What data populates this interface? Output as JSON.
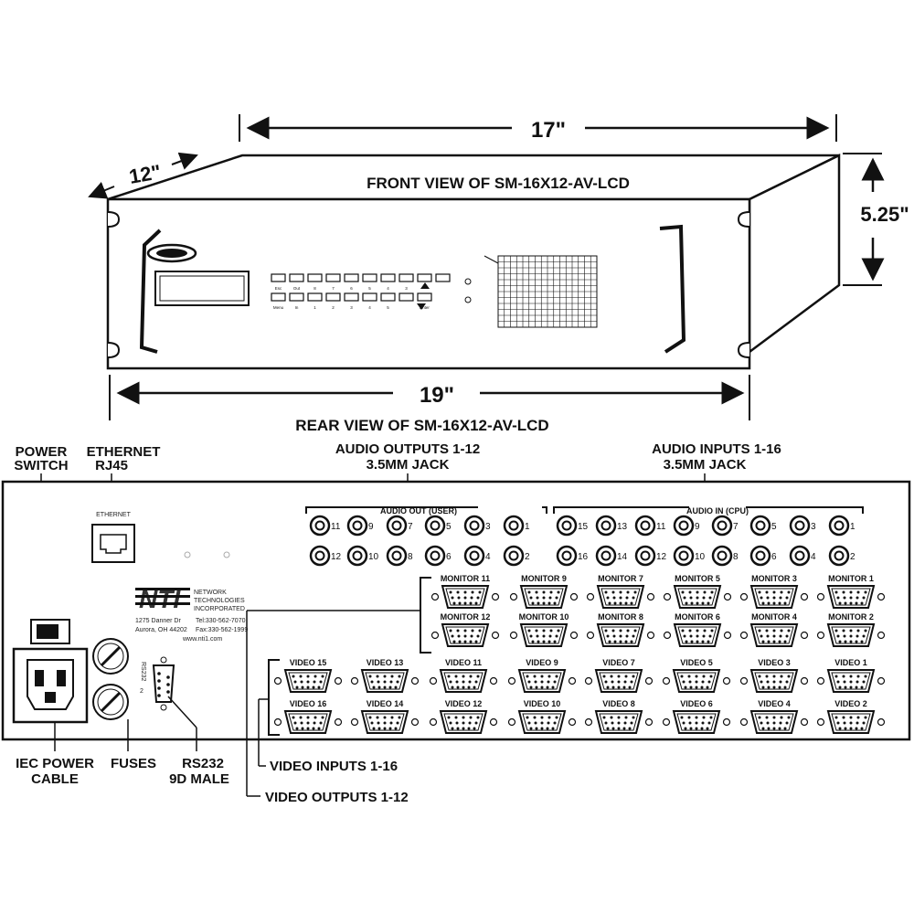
{
  "dimensions": {
    "width": "17\"",
    "depth": "12\"",
    "height": "5.25\"",
    "rack_width": "19\""
  },
  "front": {
    "title": "FRONT VIEW OF SM-16X12-AV-LCD",
    "keypad_top": [
      "Esc",
      "Out",
      "8",
      "7",
      "6",
      "5",
      "4",
      "3",
      "",
      ""
    ],
    "keypad_bottom": [
      "Menu",
      "In",
      "1",
      "2",
      "3",
      "4",
      "5",
      "",
      "Enter"
    ]
  },
  "rear": {
    "title": "REAR VIEW OF SM-16X12-AV-LCD",
    "callouts": {
      "power_switch": [
        "POWER",
        "SWITCH"
      ],
      "ethernet": [
        "ETHERNET",
        "RJ45"
      ],
      "audio_out": [
        "AUDIO OUTPUTS 1-12",
        "3.5MM JACK"
      ],
      "audio_in": [
        "AUDIO INPUTS 1-16",
        "3.5MM JACK"
      ],
      "iec": [
        "IEC POWER",
        "CABLE"
      ],
      "fuses": "FUSES",
      "rs232": [
        "RS232",
        "9D MALE"
      ],
      "video_inputs": "VIDEO INPUTS 1-16",
      "video_outputs": "VIDEO OUTPUTS 1-12"
    },
    "ethernet_port_label": "ETHERNET",
    "audio_out_label": "AUDIO OUT (USER)",
    "audio_in_label": "AUDIO IN (CPU)",
    "audio_out_top": [
      "11",
      "9",
      "7",
      "5",
      "3",
      "1"
    ],
    "audio_out_bottom": [
      "12",
      "10",
      "8",
      "6",
      "4",
      "2"
    ],
    "audio_in_top": [
      "15",
      "13",
      "11",
      "9",
      "7",
      "5",
      "3",
      "1"
    ],
    "audio_in_bottom": [
      "16",
      "14",
      "12",
      "10",
      "8",
      "6",
      "4",
      "2"
    ],
    "monitors_top": [
      "MONITOR 11",
      "MONITOR 9",
      "MONITOR 7",
      "MONITOR 5",
      "MONITOR 3",
      "MONITOR 1"
    ],
    "monitors_bottom": [
      "MONITOR 12",
      "MONITOR 10",
      "MONITOR 8",
      "MONITOR 6",
      "MONITOR 4",
      "MONITOR 2"
    ],
    "video_top": [
      "VIDEO 15",
      "VIDEO 13",
      "VIDEO 11",
      "VIDEO 9",
      "VIDEO 7",
      "VIDEO 5",
      "VIDEO 3",
      "VIDEO 1"
    ],
    "video_bottom": [
      "VIDEO 16",
      "VIDEO 14",
      "VIDEO 12",
      "VIDEO 10",
      "VIDEO 8",
      "VIDEO 6",
      "VIDEO 4",
      "VIDEO 2"
    ],
    "rs232_port_label": "RS232",
    "company": {
      "logo": "NTI",
      "name_lines": [
        "NETWORK",
        "TECHNOLOGIES",
        "INCORPORATED"
      ],
      "address1": "1275 Danner Dr",
      "address2": "Aurora, OH 44202",
      "tel": "Tel:330-562-7070",
      "fax": "Fax:330-562-1999",
      "web": "www.nti1.com"
    }
  }
}
